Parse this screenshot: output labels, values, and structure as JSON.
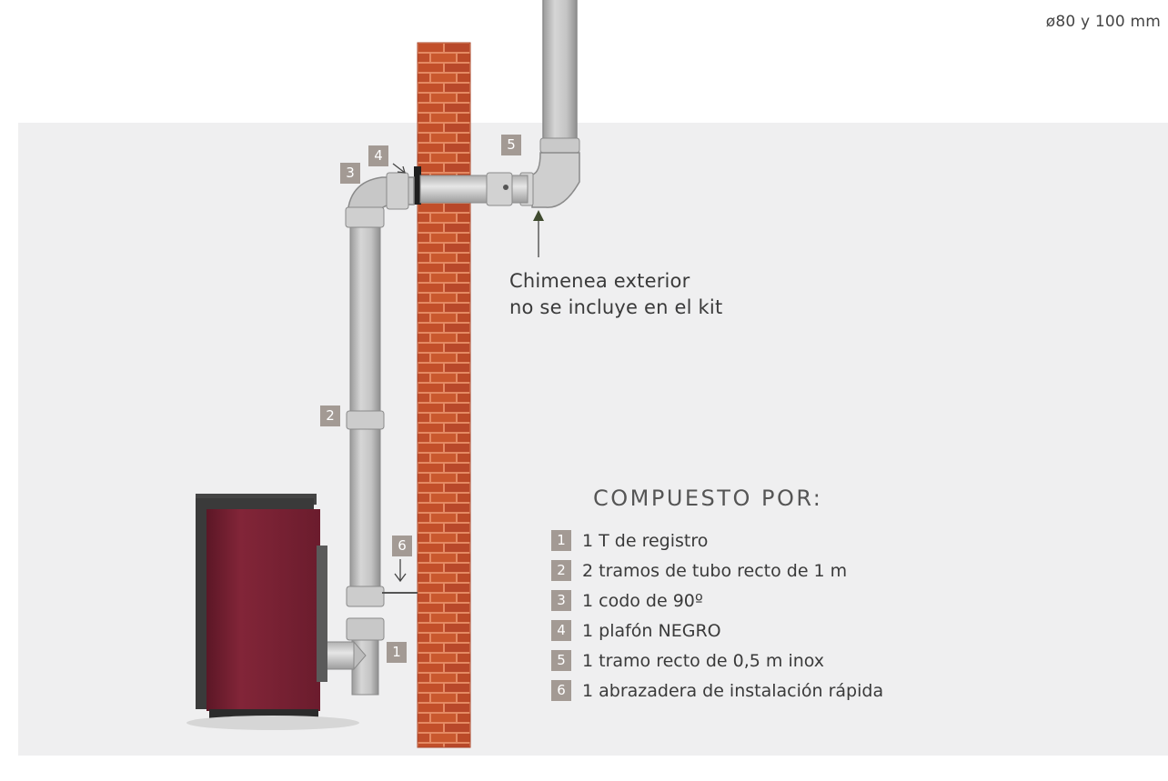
{
  "top_note": "ø80 y 100 mm",
  "callout": {
    "line1": "Chimenea exterior",
    "line2": "no se incluye en el kit"
  },
  "markers": {
    "m1": "1",
    "m2": "2",
    "m3": "3",
    "m4": "4",
    "m5": "5",
    "m6": "6"
  },
  "legend": {
    "title": "COMPUESTO POR:",
    "items": [
      {
        "num": "1",
        "label": "1 T de registro"
      },
      {
        "num": "2",
        "label": "2 tramos de tubo recto de 1 m"
      },
      {
        "num": "3",
        "label": "1 codo de 90º"
      },
      {
        "num": "4",
        "label": "1 plafón NEGRO"
      },
      {
        "num": "5",
        "label": "1 tramo recto de 0,5 m inox"
      },
      {
        "num": "6",
        "label": "1 abrazadera de instalación rápida"
      }
    ]
  },
  "colors": {
    "panel": "#efeff0",
    "brick": "#c0522d",
    "mortar": "#e48a63",
    "marker": "#a39a94",
    "stove": "#7e2236",
    "pipe": "#bdbdbd"
  }
}
